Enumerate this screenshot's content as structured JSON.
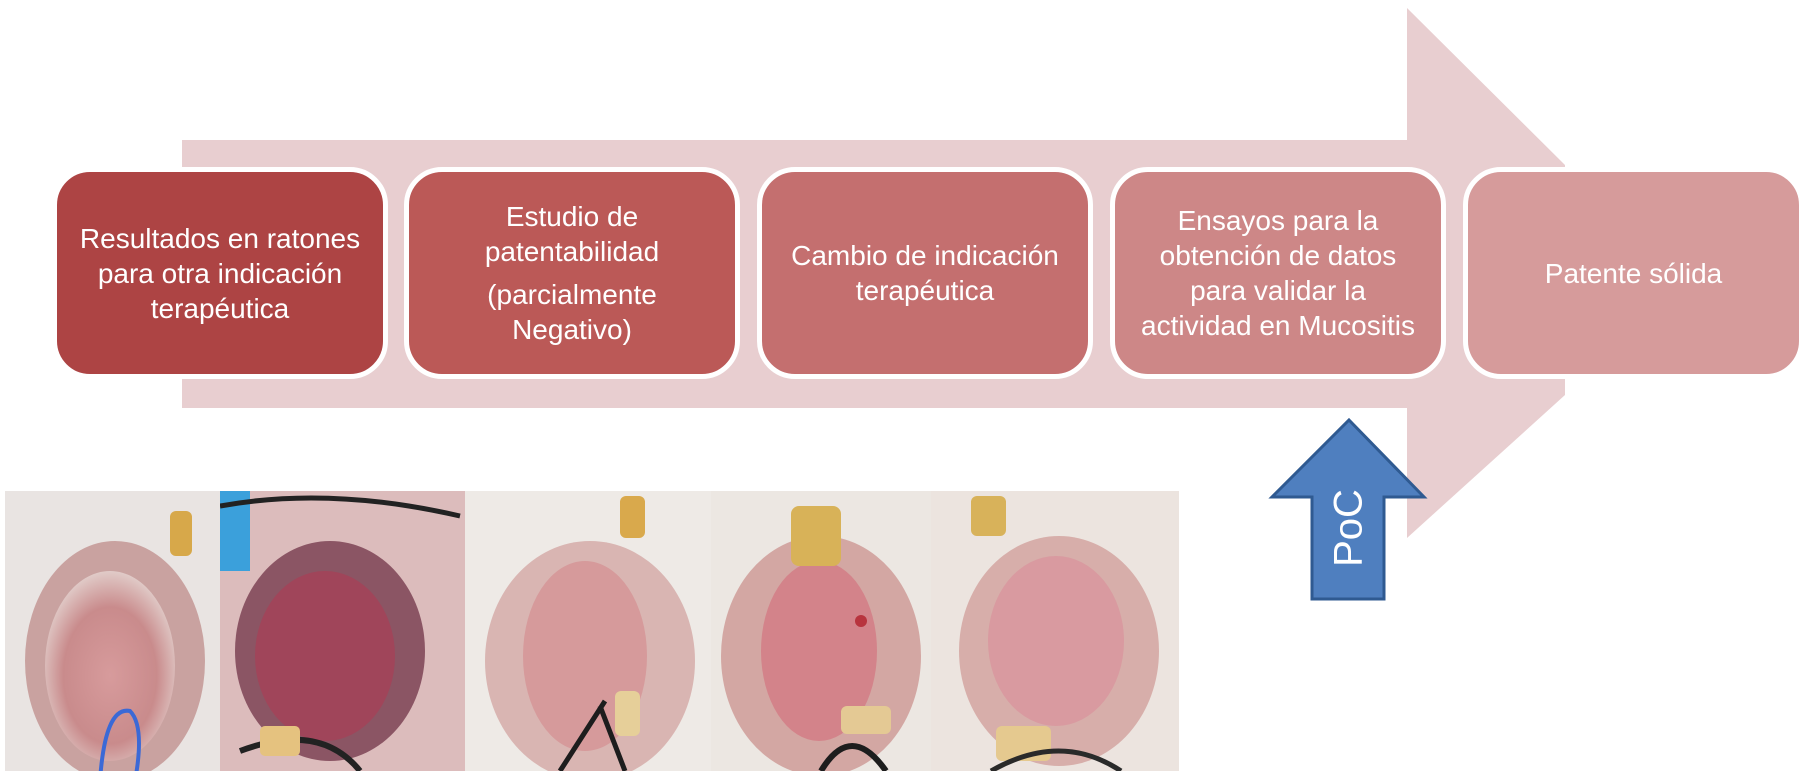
{
  "steps": [
    {
      "text": "Resultados en ratones para otra indicación terapéutica",
      "sub": "",
      "color": "#ad4444"
    },
    {
      "text": "Estudio de patentabilidad",
      "sub": "(parcialmente Negativo)",
      "color": "#bb5957"
    },
    {
      "text": "Cambio de indicación terapéutica",
      "sub": "",
      "color": "#c46f6f"
    },
    {
      "text": "Ensayos para la obtención de datos para validar la actividad en Mucositis",
      "sub": "",
      "color": "#cd8787"
    },
    {
      "text": "Patente sólida",
      "sub": "",
      "color": "#d69b9b"
    }
  ],
  "marker": {
    "label": "PoC",
    "color": "#4f7fbf"
  },
  "background_arrow_color": "#e8ced0"
}
